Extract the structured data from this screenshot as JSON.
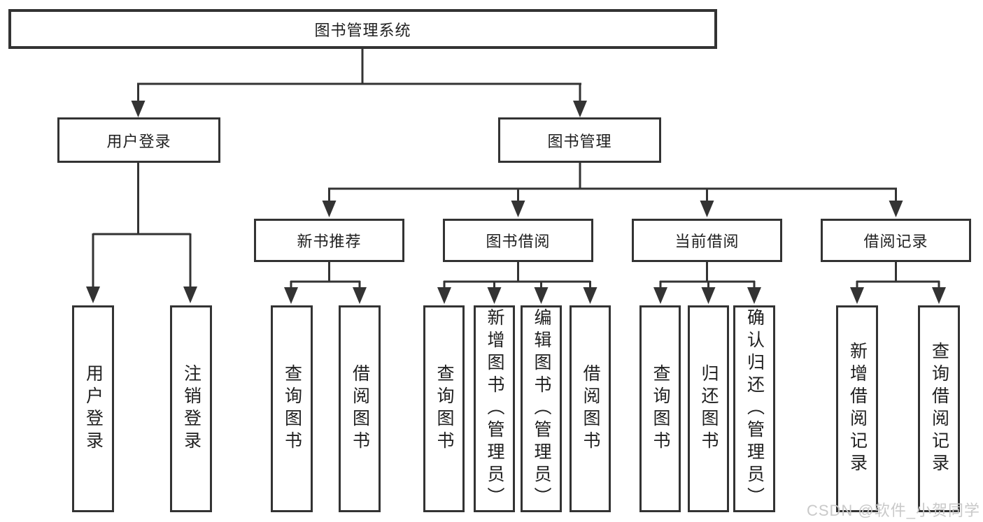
{
  "tree": {
    "label": "图书管理系统",
    "children": [
      {
        "label": "用户登录",
        "children": [
          {
            "label": "用户登录"
          },
          {
            "label": "注销登录"
          }
        ]
      },
      {
        "label": "图书管理",
        "children": [
          {
            "label": "新书推荐",
            "children": [
              {
                "label": "查询图书"
              },
              {
                "label": "借阅图书"
              }
            ]
          },
          {
            "label": "图书借阅",
            "children": [
              {
                "label": "查询图书"
              },
              {
                "label": "新增图书（管理员）"
              },
              {
                "label": "编辑图书（管理员）"
              },
              {
                "label": "借阅图书"
              }
            ]
          },
          {
            "label": "当前借阅",
            "children": [
              {
                "label": "查询图书"
              },
              {
                "label": "归还图书"
              },
              {
                "label": "确认归还（管理员）"
              }
            ]
          },
          {
            "label": "借阅记录",
            "children": [
              {
                "label": "新增借阅记录"
              },
              {
                "label": "查询借阅记录"
              }
            ]
          }
        ]
      }
    ]
  },
  "watermark": "CSDN @软件_小贺同学",
  "colors": {
    "line": "#333333",
    "text": "#1f1f1f",
    "background": "#ffffff",
    "watermark": "#c9c9c9"
  }
}
